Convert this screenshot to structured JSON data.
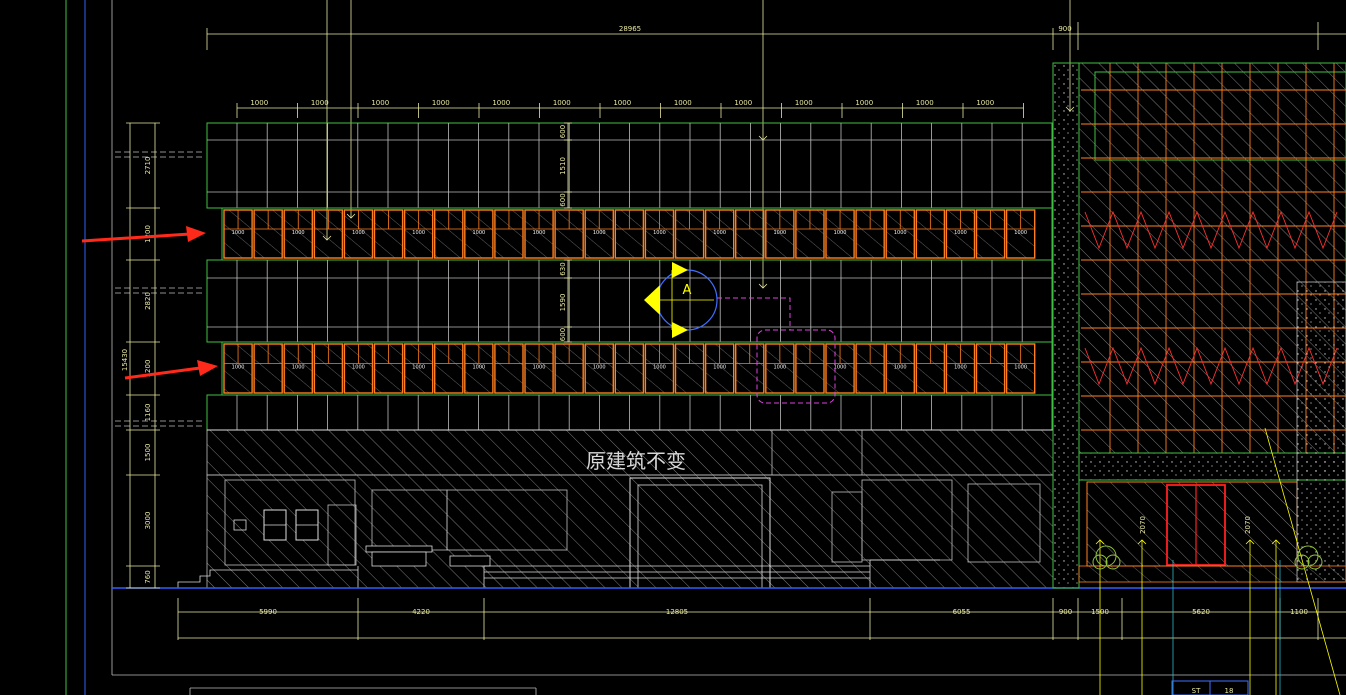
{
  "drawing": {
    "background": "#000000",
    "note_text": "原建筑不变",
    "section_marker": "A",
    "top_overall_dim": "28965",
    "top_right_dim": "900",
    "top_module_dims": [
      "1000",
      "1000",
      "1000",
      "1000",
      "1000",
      "1000",
      "1000",
      "1000",
      "1000",
      "1000",
      "1000",
      "1000",
      "1000"
    ],
    "band_panel_label": "1000",
    "left_vertical_dims": [
      "2710",
      "1200",
      "2820",
      "1200",
      "1160",
      "1500",
      "3000",
      "760"
    ],
    "left_total_dim": "15430",
    "inner_vertical_dims": [
      "600",
      "1510",
      "600",
      "630",
      "1590",
      "600"
    ],
    "bottom_dims": [
      "5990",
      "4220",
      "12805",
      "6055",
      "900",
      "1500",
      "5620",
      "1100"
    ],
    "right_small_dims": [
      "2070",
      "2070"
    ],
    "title_block": [
      "ST",
      "18"
    ],
    "colors": {
      "cad_yellow": "#e8e8a0",
      "green_line": "#3fbf3f",
      "orange_panel": "#ff7f1f",
      "red_arrow": "#ff2a1a",
      "magenta_dash": "#e040e0",
      "blue_circle": "#3f6fff",
      "marker_yellow": "#ffff00",
      "cyan_lines": "#2fb8c8",
      "blue_ground": "#2f5fff"
    }
  }
}
